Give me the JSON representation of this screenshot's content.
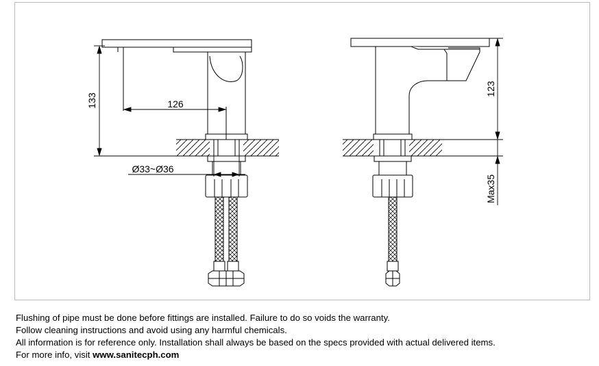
{
  "dimensions": {
    "height_left": "133",
    "spout_reach": "126",
    "hole_diameter": "Ø33~Ø36",
    "height_right": "123",
    "max_thickness": "Max35"
  },
  "notes": {
    "line1": "Flushing of pipe must be done before fittings are installed. Failure to do so voids the warranty.",
    "line2": "Follow cleaning instructions and avoid using any harmful chemicals.",
    "line3": "All information is for reference only. Installation shall always be based on the specs provided with actual delivered items.",
    "line4_prefix": "For more info, visit ",
    "line4_link": "www.sanitecph.com"
  }
}
